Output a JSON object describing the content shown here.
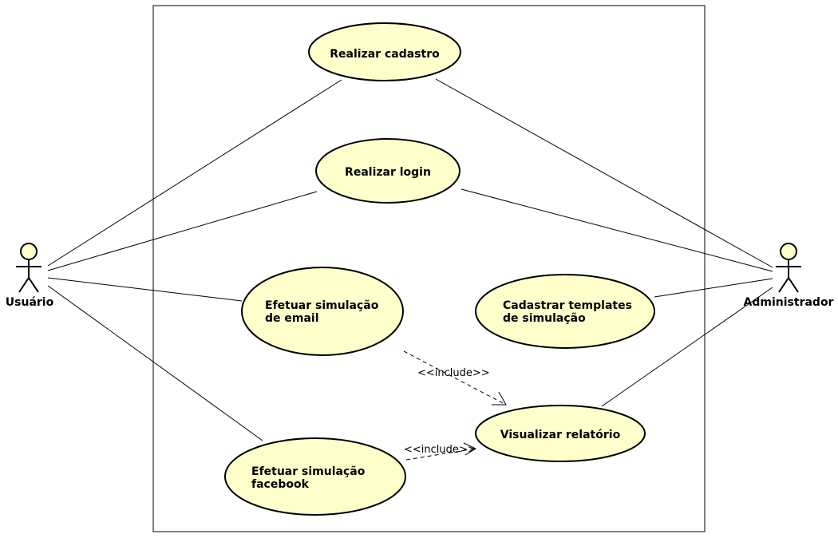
{
  "actors": {
    "usuario": "Usuário",
    "administrador": "Administrador"
  },
  "use_cases": {
    "realizar_cadastro": [
      "Realizar cadastro"
    ],
    "realizar_login": [
      "Realizar login"
    ],
    "efetuar_simulacao_email": [
      "Efetuar simulação",
      "de email"
    ],
    "cadastrar_templates": [
      "Cadastrar templates",
      "de simulação"
    ],
    "visualizar_relatorio": [
      "Visualizar relatório"
    ],
    "efetuar_simulacao_facebook": [
      "Efetuar simulação",
      "facebook"
    ]
  },
  "relations": {
    "include_email": "<<include>>",
    "include_facebook": "<<include>>"
  },
  "colors": {
    "use_case_fill": "#ffffcc",
    "line": "#000000"
  }
}
